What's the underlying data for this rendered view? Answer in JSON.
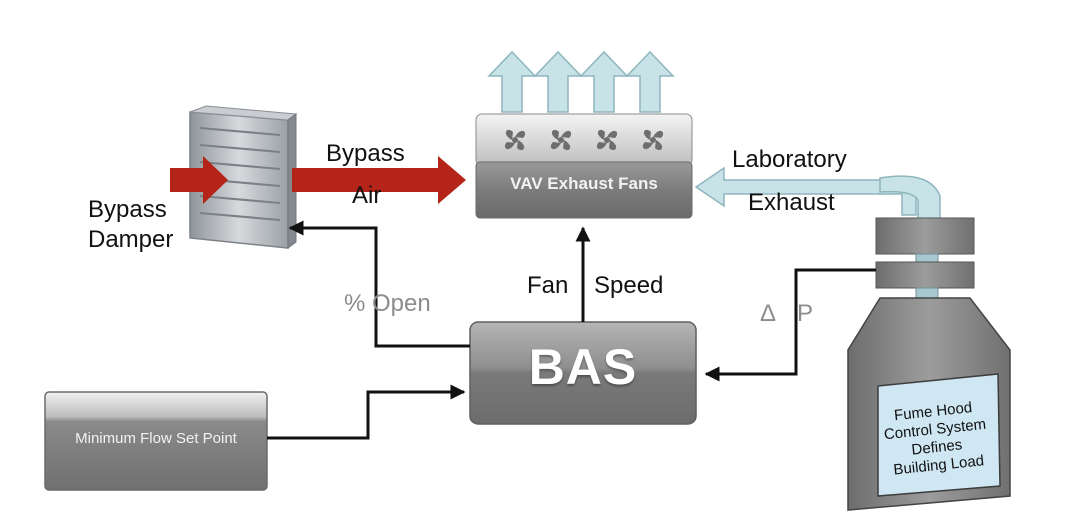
{
  "components": {
    "bypass_damper": {
      "label_line1": "Bypass",
      "label_line2": "Damper"
    },
    "vav_exhaust_fans": {
      "label": "VAV Exhaust Fans"
    },
    "bas": {
      "label": "BAS"
    },
    "minimum_flow_set_point": {
      "label": "Minimum Flow Set Point"
    },
    "fume_hood": {
      "label_lines": [
        "Fume Hood",
        "Control System",
        "Defines",
        "Building Load"
      ]
    }
  },
  "flows": {
    "bypass_air": {
      "line1": "Bypass",
      "line2": "Air"
    },
    "laboratory_exhaust": {
      "line1": "Laboratory",
      "line2": "Exhaust"
    },
    "fan_speed": {
      "word1": "Fan",
      "word2": "Speed"
    },
    "percent_open": {
      "text": "% Open"
    },
    "delta_p": {
      "symbol": "Δ",
      "letter": "P"
    }
  },
  "colors": {
    "air_arrow_red": "#b52418",
    "exhaust_arrow_blue": "#c7e3e8",
    "control_line": "#111111",
    "box_gray": "#7a7a7a",
    "muted_text": "#8c8c8c"
  }
}
